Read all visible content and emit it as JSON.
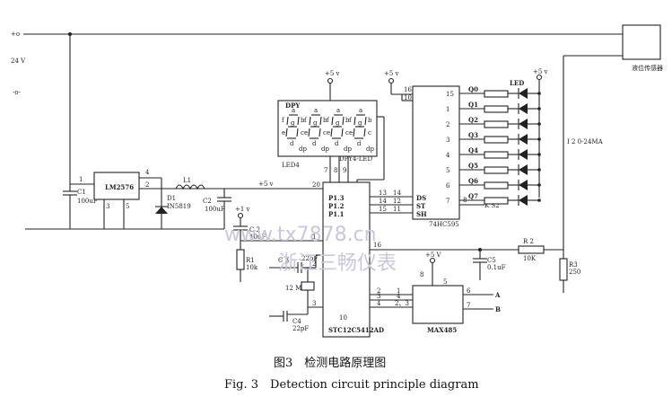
{
  "diagram": {
    "supply": {
      "plus": "+o",
      "voltage": "24 V",
      "minus": "-o-"
    },
    "sensor_box": {
      "label": "液位传感器"
    },
    "sensor_current": "I 2 0-24MA",
    "lm2576": {
      "name": "LM2576",
      "pin1": "1",
      "pin2": "2",
      "pin3": "3",
      "pin4": "4",
      "pin5": "5"
    },
    "c1": {
      "name": "C1",
      "value": "100uF"
    },
    "d1": {
      "name": "D1",
      "value": "IN5819"
    },
    "l1": {
      "name": "L1"
    },
    "c2_top": {
      "name": "C2",
      "value": "100uF"
    },
    "rail_5v": "+5 v",
    "dpy": {
      "name": "DPY",
      "title": "DPY4-LED",
      "part": "LED4",
      "digit_letters": [
        "a",
        "b",
        "c",
        "d",
        "e",
        "f",
        "g",
        "dp"
      ]
    },
    "mcu": {
      "name": "STC12C5412AD",
      "pins": [
        "P1.3",
        "P1.2",
        "P1.1"
      ],
      "pin_nums_left": [
        "13",
        "14",
        "15"
      ],
      "pin_20": "20",
      "pin_16": "16",
      "pin_1": "1",
      "pin_2": "2",
      "pin_3": "3",
      "pin_7": "7",
      "pin_8": "8",
      "pin_9": "9",
      "pin_10": "10"
    },
    "hc595": {
      "name": "74HC595",
      "pins_in": [
        "DS",
        "ST",
        "SH"
      ],
      "pin_left": [
        "14",
        "12",
        "11"
      ],
      "pin_15": "15",
      "outputs": [
        "Q0",
        "Q1",
        "Q2",
        "Q3",
        "Q4",
        "Q5",
        "Q6",
        "Q7"
      ],
      "out_nums": [
        "15",
        "1",
        "2",
        "3",
        "4",
        "5",
        "6",
        "7"
      ],
      "pin16": "16",
      "pin10": "10",
      "pin8": "8"
    },
    "led_label": "LED",
    "r_led_label": "K S2",
    "c2_small": {
      "name": "C 2",
      "value": "10uF"
    },
    "plus1v": "+1 v",
    "r1": {
      "name": "R1",
      "value": "10k"
    },
    "c3": {
      "name": "C 3",
      "value": "22pF"
    },
    "xtal": "12 M",
    "c4": {
      "name": "C4",
      "value": "22pF"
    },
    "c5": {
      "name": "C5",
      "value": "0.1uF"
    },
    "r2": {
      "name": "R 2",
      "value": "10K"
    },
    "r3": {
      "name": "R3",
      "value": "250"
    },
    "max485": {
      "name": "MAX485",
      "pins": [
        "1",
        "2",
        "3",
        "4",
        "5",
        "6",
        "7",
        "8"
      ],
      "a": "A",
      "b": "B",
      "p23": "2、3"
    },
    "plus5v_label": "+5 V",
    "plus5v_short": "+5 v"
  },
  "watermark": {
    "url": "www.tx7878.cn",
    "cn": "浙江三畅仪表"
  },
  "caption": {
    "cn": "图3　检测电路原理图",
    "en": "Fig. 3　Detection circuit principle diagram"
  }
}
